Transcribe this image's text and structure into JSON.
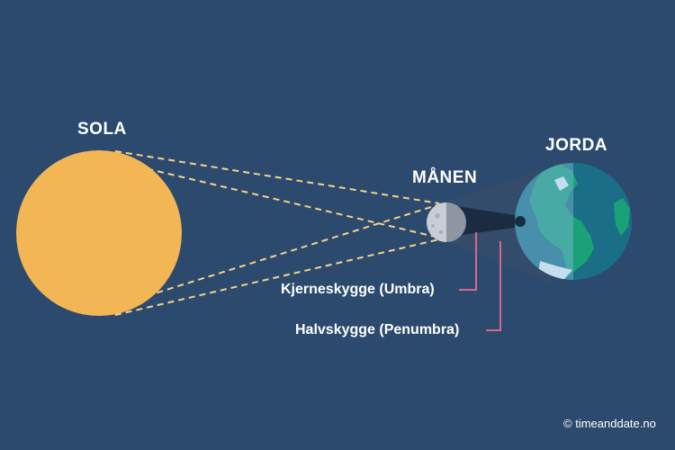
{
  "labels": {
    "sun": "SOLA",
    "moon": "MÅNEN",
    "earth": "JORDA",
    "umbra": "Kjerneskygge (Umbra)",
    "penumbra": "Halvskygge (Penumbra)"
  },
  "credit": {
    "symbol": "©",
    "text": "timeanddate.no"
  },
  "colors": {
    "background": "#2c4a6e",
    "sun": "#f2b654",
    "sun_rays": "#f5d28a",
    "moon_lit": "#c9cdd6",
    "moon_dark": "#8e95a3",
    "earth_ocean": "#1a6f86",
    "earth_land": "#1aa178",
    "earth_ice": "#ffffff",
    "umbra": "#1b2b40",
    "penumbra": "#344c6b",
    "pointer": "#d9668f"
  }
}
